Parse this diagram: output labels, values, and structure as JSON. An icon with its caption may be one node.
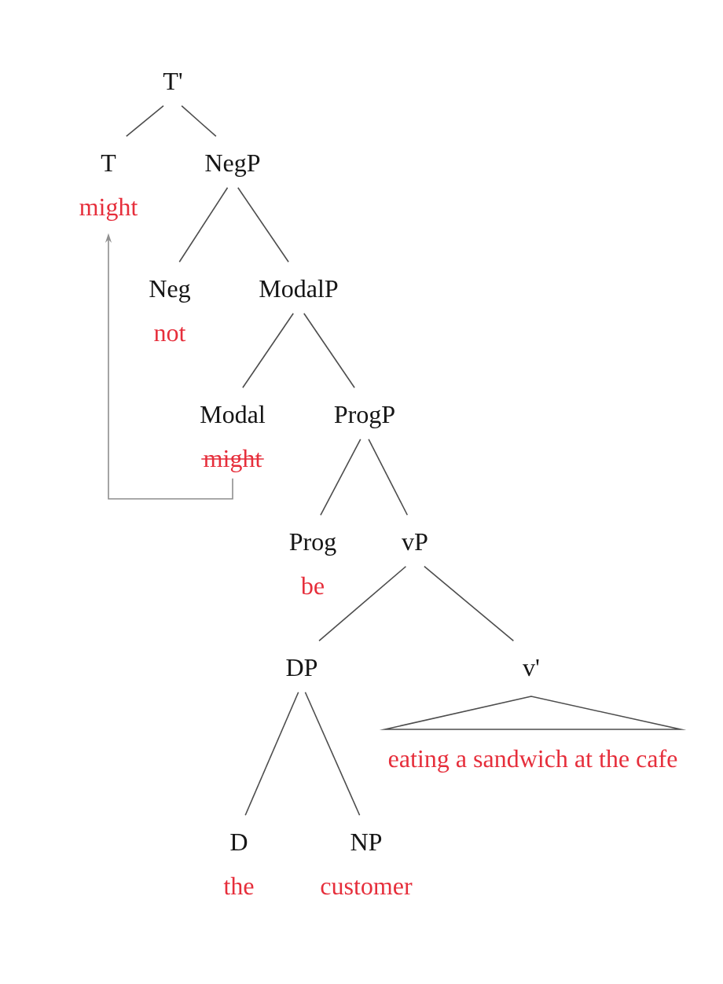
{
  "diagram": {
    "nodes": [
      {
        "text": [
          "T'"
        ]
      },
      {
        "text": [
          "T",
          "might"
        ]
      },
      {
        "text": [
          "NegP"
        ]
      },
      {
        "text": [
          "Neg",
          "not"
        ]
      },
      {
        "text": [
          "ModalP"
        ]
      },
      {
        "text": [
          "Modal",
          "might"
        ]
      },
      {
        "text": [
          "ProgP"
        ]
      },
      {
        "text": [
          "Prog",
          "be"
        ]
      },
      {
        "text": [
          "vP"
        ]
      },
      {
        "text": [
          "DP"
        ]
      },
      {
        "text": [
          "v'"
        ]
      },
      {
        "text": [
          "eating a sandwich at the cafe"
        ]
      },
      {
        "text": [
          "D",
          "the"
        ]
      },
      {
        "text": [
          "NP",
          "customer"
        ]
      }
    ],
    "edges": [
      {
        "from": 0,
        "to": 1,
        "arrow": "none"
      },
      {
        "from": 0,
        "to": 2,
        "arrow": "none"
      },
      {
        "from": 2,
        "to": 3,
        "arrow": "none"
      },
      {
        "from": 2,
        "to": 4,
        "arrow": "none"
      },
      {
        "from": 4,
        "to": 5,
        "arrow": "none"
      },
      {
        "from": 4,
        "to": 6,
        "arrow": "none"
      },
      {
        "from": 6,
        "to": 7,
        "arrow": "none"
      },
      {
        "from": 6,
        "to": 8,
        "arrow": "none"
      },
      {
        "from": 8,
        "to": 9,
        "arrow": "none"
      },
      {
        "from": 8,
        "to": 10,
        "arrow": "none"
      },
      {
        "from": 9,
        "to": 12,
        "arrow": "none"
      },
      {
        "from": 9,
        "to": 13,
        "arrow": "none"
      },
      {
        "from": 5,
        "to": 1,
        "arrow": "to",
        "color": "#8f8f8f"
      }
    ]
  }
}
